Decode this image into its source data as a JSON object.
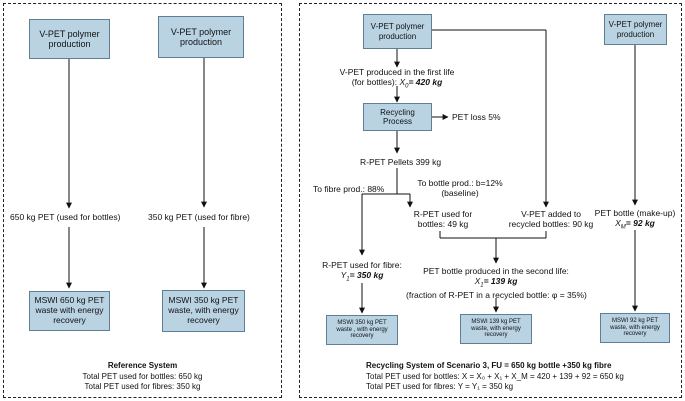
{
  "left": {
    "polymer_box": "V-PET polymer production",
    "polymer_box_2": "V-PET polymer production",
    "flow_bottles": "650 kg PET (used for bottles)",
    "flow_fibres": "350 kg PET (used for fibre)",
    "mswi_bottles": "MSWI 650 kg PET waste with energy recovery",
    "mswi_fibres": "MSWI 350 kg PET waste, with energy recovery",
    "caption_title": "Reference System",
    "caption_line1": "Total PET used for bottles: 650 kg",
    "caption_line2": "Total PET used for fibres: 350 kg"
  },
  "right": {
    "polymer_box_a": "V-PET polymer production",
    "polymer_box_b": "V-PET polymer production",
    "first_life_1": "V-PET produced in the first life",
    "first_life_2_pre": "(for bottles): ",
    "first_life_2_var": "X",
    "first_life_2_sub": "0",
    "first_life_2_val": "= 420 kg",
    "recycling_box": "Recycling Process",
    "pet_loss": "PET loss 5%",
    "rpet_pellets": "R-PET Pellets 399 kg",
    "to_fibre": "To fibre prod.: 88%",
    "to_bottle_1": "To bottle prod.: b=12%",
    "to_bottle_2": "(baseline)",
    "rpet_bottles_1": "R-PET used for",
    "rpet_bottles_2": "bottles: 49 kg",
    "vpet_added_1": "V-PET added to",
    "vpet_added_2": "recycled bottles: 90  kg",
    "pet_makeup_1": "PET bottle (make-up)",
    "pet_makeup_var": "X",
    "pet_makeup_sub": "M",
    "pet_makeup_val": "= 92 kg",
    "rpet_fibre_1": "R-PET used for fibre:",
    "rpet_fibre_var": "Y",
    "rpet_fibre_sub": "1",
    "rpet_fibre_val": "= 350 kg",
    "second_life_1": "PET bottle produced in the second life:",
    "second_life_var": "X",
    "second_life_sub": "1",
    "second_life_val": "= 139 kg",
    "second_life_3": "(fraction of R-PET in a recycled bottle: φ = 35%)",
    "mswi_fibre": "MSWI 350 kg PET waste , with energy recovery",
    "mswi_139": "MSWI 139 kg PET waste, with energy recovery",
    "mswi_92": "MSWI 92 kg PET waste, with energy recovery",
    "caption_title": "Recycling System of Scenario 3, FU = 650 kg bottle +350 kg fibre",
    "caption_line1": "Total PET used for bottles: X = X₀ + X₁ +  X_M = 420 + 139 + 92 = 650 kg",
    "caption_line2": "Total PET used for fibres:  Y = Y₁ = 350 kg"
  },
  "colors": {
    "box_fill": "#b9d3e3",
    "box_border": "#5f7f95",
    "line": "#111111"
  }
}
